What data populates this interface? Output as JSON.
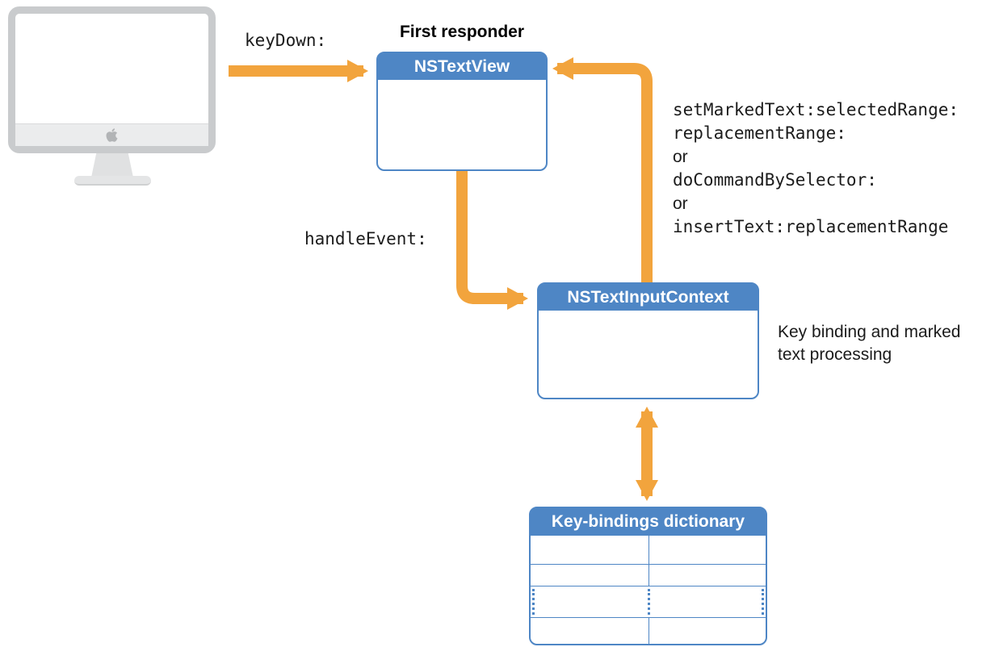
{
  "diagram": {
    "labels": {
      "keydown": "keyDown:",
      "first_responder": "First responder",
      "handle_event": "handleEvent:",
      "context_note_line1": "Key binding and marked",
      "context_note_line2": "text processing"
    },
    "return_call_lines": [
      "setMarkedText:selectedRange:",
      "replacementRange:",
      "or",
      "doCommandBySelector:",
      "or",
      "insertText:replacementRange"
    ],
    "boxes": {
      "nstextview_title": "NSTextView",
      "nstextinputcontext_title": "NSTextInputContext",
      "keybindings_title": "Key-bindings dictionary"
    },
    "colors": {
      "arrow_orange": "#F2A43D",
      "box_blue": "#4E86C5"
    }
  }
}
